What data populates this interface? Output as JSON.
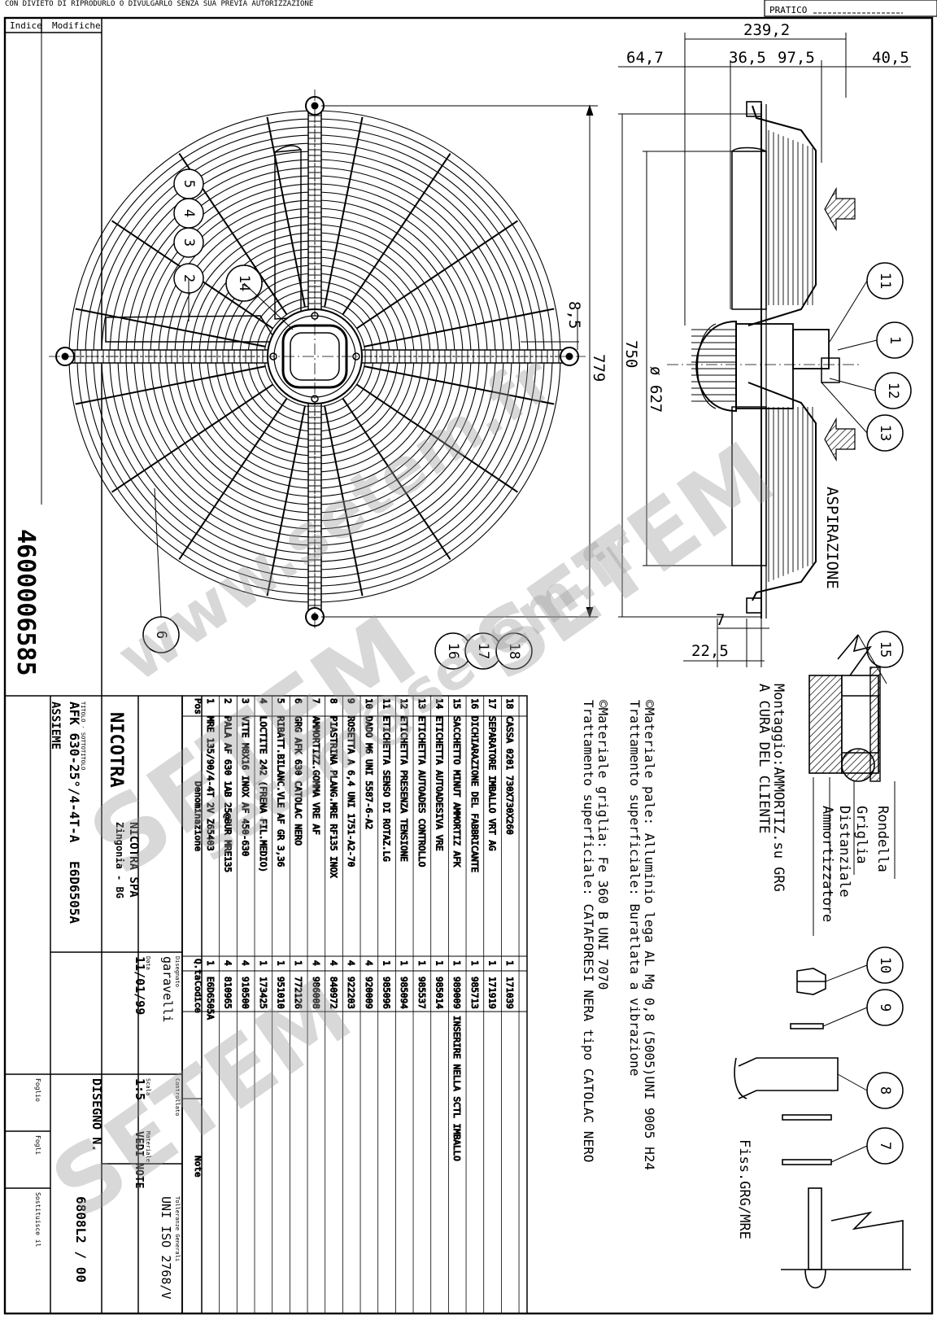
{
  "header": {
    "notice": "CON DIVIETO DI RIPRODURLO O DIVULGARLO SENZA SUA PREVIA AUTORIZZAZIONE",
    "pratico": "PRATICO"
  },
  "revision_header": {
    "indice": "Indice",
    "modifiche": "Modifiche"
  },
  "drawing_number": "4600006585",
  "dimensions": {
    "d_239_2": "239,2",
    "d_64_7": "64,7",
    "d_36_5": "36,5",
    "d_97_5": "97,5",
    "d_40_5": "40,5",
    "d_8_5": "8,5",
    "d_779": "779",
    "d_750": "750",
    "d_627": "ø 627",
    "d_7": "7",
    "d_22_5": "22,5"
  },
  "flow_label": "ASPIRAZIONE",
  "callouts": [
    "1",
    "2",
    "3",
    "4",
    "5",
    "6",
    "7",
    "8",
    "9",
    "10",
    "11",
    "12",
    "13",
    "14",
    "15",
    "16",
    "17",
    "18"
  ],
  "notes": {
    "materiale_pale": "©Materiale pale: Alluminio lega AL Mg 0,8 (5005)UNI 9005 H24",
    "tratt_pale": "Trattamento superficiale: Buratlata a vibrazione",
    "materiale_griglia": "©Materiale griglia: Fe 360 B UNI 7070",
    "tratt_griglia": "Trattamento superficiale: CATAFORESI NERA tipo CATOLAC NERO",
    "montaggio_1": "Montaggio:AMMORTIZ.su GRG",
    "montaggio_2": "A CURA DEL CLIENTE"
  },
  "detail_labels": {
    "rondella": "Rondella",
    "griglia": "Griglia",
    "distanziale": "Distanziale",
    "ammortizzatore": "Ammortizzatore",
    "fiss": "Fiss.GRG/MRE"
  },
  "bom_header": {
    "pos": "Pos",
    "denominazione": "Denominazione",
    "qta": "Q.ta",
    "codice": "Codice",
    "note": "Note"
  },
  "bom": [
    {
      "pos": "18",
      "den": "CASSA 0201 730X730X260",
      "qta": "1",
      "code": "171039",
      "note": ""
    },
    {
      "pos": "17",
      "den": "SEPARATORE IMBALLO VRT AG",
      "qta": "1",
      "code": "171919",
      "note": ""
    },
    {
      "pos": "16",
      "den": "DICHIARAZIONE DEL FABBRICANTE",
      "qta": "1",
      "code": "985713",
      "note": ""
    },
    {
      "pos": "15",
      "den": "SACCHETTO MINUT AMMORTIZ AFK",
      "qta": "1",
      "code": "989009",
      "note": "INSERIRE NELLA SCTL IMBALLO"
    },
    {
      "pos": "14",
      "den": "ETICHETTA AUTOADESIVA VRE",
      "qta": "1",
      "code": "985014",
      "note": ""
    },
    {
      "pos": "13",
      "den": "ETICHETTA AUTOADES CONTROLLO",
      "qta": "1",
      "code": "985537",
      "note": ""
    },
    {
      "pos": "12",
      "den": "ETICHETTA PRESENZA TENSIONE",
      "qta": "1",
      "code": "985094",
      "note": ""
    },
    {
      "pos": "11",
      "den": "ETICHETTA SENSO DI ROTAZ.LG",
      "qta": "1",
      "code": "985096",
      "note": ""
    },
    {
      "pos": "10",
      "den": "DADO M6 UNI 5587-6-A2",
      "qta": "4",
      "code": "920009",
      "note": ""
    },
    {
      "pos": "9",
      "den": "ROSETTA A 6,4 UNI 1751-A2-70",
      "qta": "4",
      "code": "922203",
      "note": ""
    },
    {
      "pos": "8",
      "den": "PIASTRINA PLANG.MRE RF135 INOX",
      "qta": "4",
      "code": "840972",
      "note": ""
    },
    {
      "pos": "7",
      "den": "AMMORTIZZ.GOMMA VRE AF",
      "qta": "4",
      "code": "986008",
      "note": ""
    },
    {
      "pos": "6",
      "den": "GRG AFK 630 CATOLAC NERO",
      "qta": "1",
      "code": "772126",
      "note": ""
    },
    {
      "pos": "5",
      "den": "RIBATT.BILANC.VLE AF GR 3,36",
      "qta": "1",
      "code": "951010",
      "note": ""
    },
    {
      "pos": "4",
      "den": "LOCTITE 242 (FRENA FIL.MEDIO)",
      "qta": "1",
      "code": "173425",
      "note": ""
    },
    {
      "pos": "3",
      "den": "VITE M8X16 INOX AF 450-630",
      "qta": "4",
      "code": "910500",
      "note": ""
    },
    {
      "pos": "2",
      "den": "PALA AF 630 1AB 25@BUR MRE135",
      "qta": "4",
      "code": "810965",
      "note": ""
    },
    {
      "pos": "1",
      "den": "MRE 135/90/4-4T 2V Z65403",
      "qta": "1",
      "code": "E6D6505A",
      "note": ""
    }
  ],
  "title_block": {
    "titolo_label": "TITOLO - SOTTOTITOLO",
    "title": "AFK 630-25°/4-4T-A",
    "code": "E6D6505A",
    "assieme": "ASSIEME",
    "company_logo": "NICOTRA",
    "company": "NICOTRA SPA",
    "location": "Zingonia - BG",
    "disegnato_label": "Disegnato",
    "disegnato": "garavelli",
    "data_label": "Data",
    "data": "11/01/99",
    "controllato_label": "Controllato",
    "scala_label": "Scala",
    "scala": "1:5",
    "materiale_label": "Materiale",
    "materiale": "VEDI NOTE",
    "tolleranze_label": "Tolleranze Generali",
    "tolleranze": "UNI ISO 2768/V",
    "disegno_label": "DISEGNO N.",
    "disegno": "6808L2 / 00",
    "foglio_label": "Foglio",
    "fogli_label": "Fogli",
    "sostituisce_label": "Sostituisce il"
  },
  "watermarks": [
    "SETEM",
    "www.setem.fr",
    "setem@setem.fr",
    "SETEM",
    "SETEM"
  ]
}
